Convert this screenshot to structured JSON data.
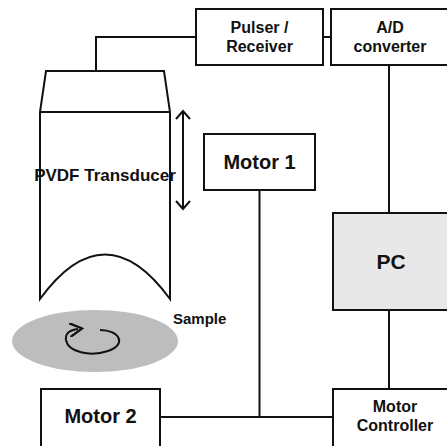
{
  "diagram": {
    "nodes": [
      {
        "text": [
          "Pulser / Receiver"
        ]
      },
      {
        "text": [
          "A/D converter"
        ]
      },
      {
        "text": [
          "PVDF Transducer"
        ]
      },
      {
        "text": [
          "Motor 1"
        ]
      },
      {
        "text": [
          "PC"
        ]
      },
      {
        "text": [
          "Motor 2"
        ]
      },
      {
        "text": [
          "Motor Controller"
        ]
      }
    ],
    "edges": [
      {
        "from": 2,
        "to": 0,
        "arrow": "none"
      },
      {
        "from": 0,
        "to": 1,
        "arrow": "none"
      },
      {
        "from": 1,
        "to": 4,
        "arrow": "none"
      },
      {
        "from": 4,
        "to": 6,
        "arrow": "none"
      },
      {
        "from": 3,
        "to": 6,
        "arrow": "none"
      },
      {
        "from": 5,
        "to": 6,
        "arrow": "none"
      }
    ],
    "labels": [
      "Sample"
    ]
  }
}
